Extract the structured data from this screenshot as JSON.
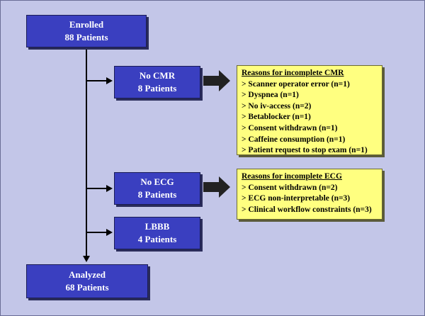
{
  "flowchart": {
    "enrolled": {
      "title": "Enrolled",
      "count": "88 Patients"
    },
    "no_cmr": {
      "title": "No CMR",
      "count": "8 Patients"
    },
    "no_ecg": {
      "title": "No ECG",
      "count": "8 Patients"
    },
    "lbbb": {
      "title": "LBBB",
      "count": "4 Patients"
    },
    "analyzed": {
      "title": "Analyzed",
      "count": "68 Patients"
    },
    "cmr_reasons": {
      "heading": "Reasons for incomplete CMR",
      "items": [
        "> Scanner operator error (n=1)",
        "> Dyspnea (n=1)",
        "> No iv-access (n=2)",
        "> Betablocker (n=1)",
        "> Consent withdrawn (n=1)",
        "> Caffeine consumption (n=1)",
        "> Patient request to stop exam (n=1)"
      ]
    },
    "ecg_reasons": {
      "heading": "Reasons for incomplete ECG",
      "items": [
        "> Consent withdrawn (n=2)",
        "> ECG non-interpretable (n=3)",
        "> Clinical workflow constraints (n=3)"
      ]
    }
  },
  "colors": {
    "background": "#c3c6e8",
    "box_fill": "#3a3fc0",
    "note_fill": "#ffff80"
  }
}
